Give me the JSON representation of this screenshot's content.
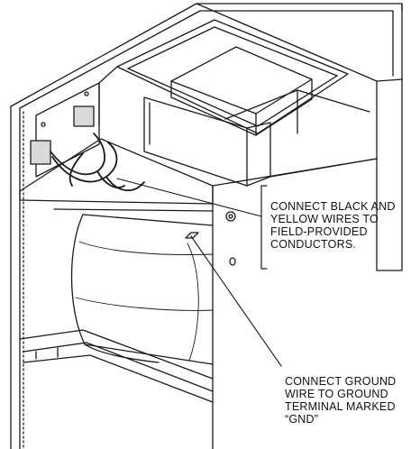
{
  "callouts": {
    "wires": {
      "lines": [
        "CONNECT BLACK AND",
        "YELLOW WIRES TO",
        "FIELD-PROVIDED",
        "CONDUCTORS."
      ]
    },
    "ground": {
      "lines": [
        "CONNECT GROUND",
        "WIRE TO GROUND",
        "TERMINAL MARKED",
        "“GND”"
      ]
    }
  },
  "colors": {
    "line": "#1a1a1a",
    "shade": "#d9d9d9",
    "background": "#ffffff"
  }
}
